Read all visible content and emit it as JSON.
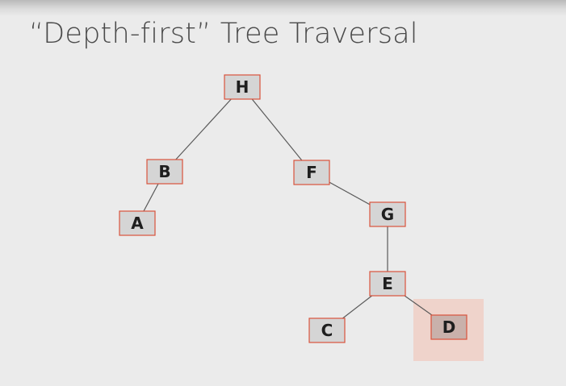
{
  "slide": {
    "title": "“Depth-first” Tree Traversal"
  },
  "colors": {
    "node_fill": "#d5d5d5",
    "node_border": "#d9533c",
    "highlight_fill": "#efd3cb",
    "highlight_node_fill": "#c9b1ab",
    "edge": "#5a5a5a",
    "background": "#ebebeb"
  },
  "tree": {
    "highlighted": "D",
    "nodes": [
      {
        "id": "H",
        "label": "H"
      },
      {
        "id": "B",
        "label": "B"
      },
      {
        "id": "A",
        "label": "A"
      },
      {
        "id": "F",
        "label": "F"
      },
      {
        "id": "G",
        "label": "G"
      },
      {
        "id": "E",
        "label": "E"
      },
      {
        "id": "C",
        "label": "C"
      },
      {
        "id": "D",
        "label": "D"
      }
    ],
    "edges": [
      {
        "from": "H",
        "to": "B"
      },
      {
        "from": "H",
        "to": "F"
      },
      {
        "from": "B",
        "to": "A"
      },
      {
        "from": "F",
        "to": "G"
      },
      {
        "from": "G",
        "to": "E"
      },
      {
        "from": "E",
        "to": "C"
      },
      {
        "from": "E",
        "to": "D"
      }
    ]
  }
}
